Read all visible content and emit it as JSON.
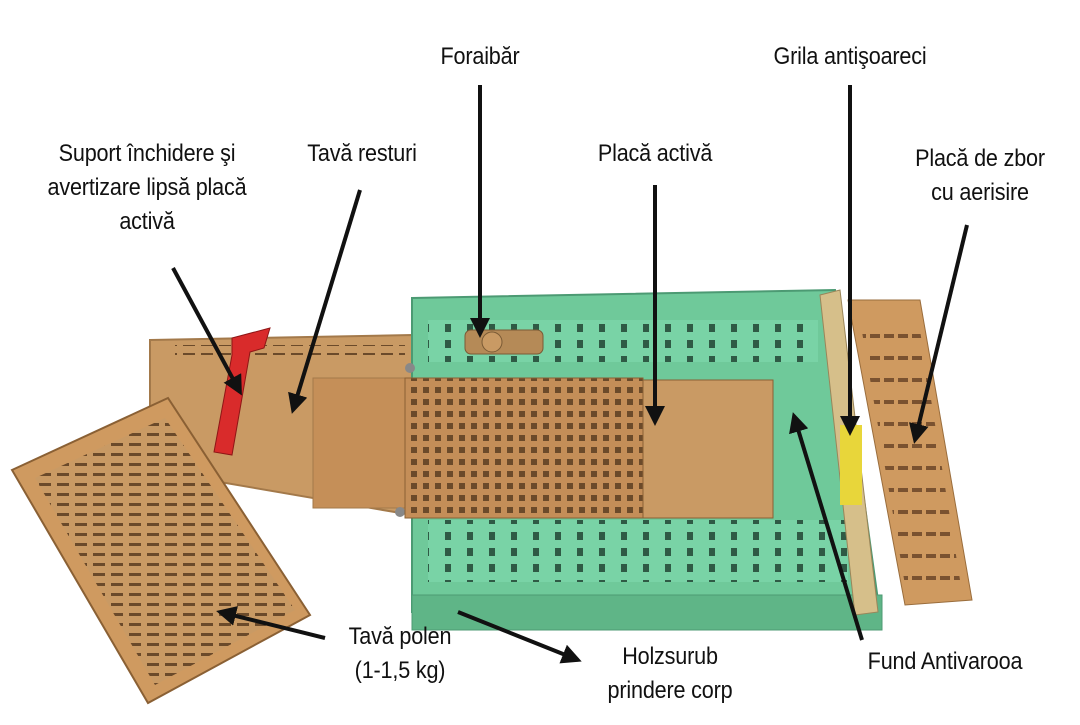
{
  "labels": {
    "foraibar": "Foraibăr",
    "grila": "Grila antişoareci",
    "suport": "Suport închidere şi\navertizare lipsă placă\nactivă",
    "tava_resturi": "Tavă resturi",
    "placa_activa": "Placă activă",
    "placa_zbor": "Placă de zbor\ncu aerisire",
    "tava_polen": "Tavă polen\n(1-1,5 kg)",
    "holzsurub": "Holzsurub\nprindere corp",
    "fund": "Fund Antivarooa"
  },
  "colors": {
    "green_frame": "#6fc99a",
    "tan_plastic": "#c99a64",
    "red_lock": "#d92b2b",
    "yellow_grid": "#e8d63a",
    "arrow": "#111111"
  }
}
